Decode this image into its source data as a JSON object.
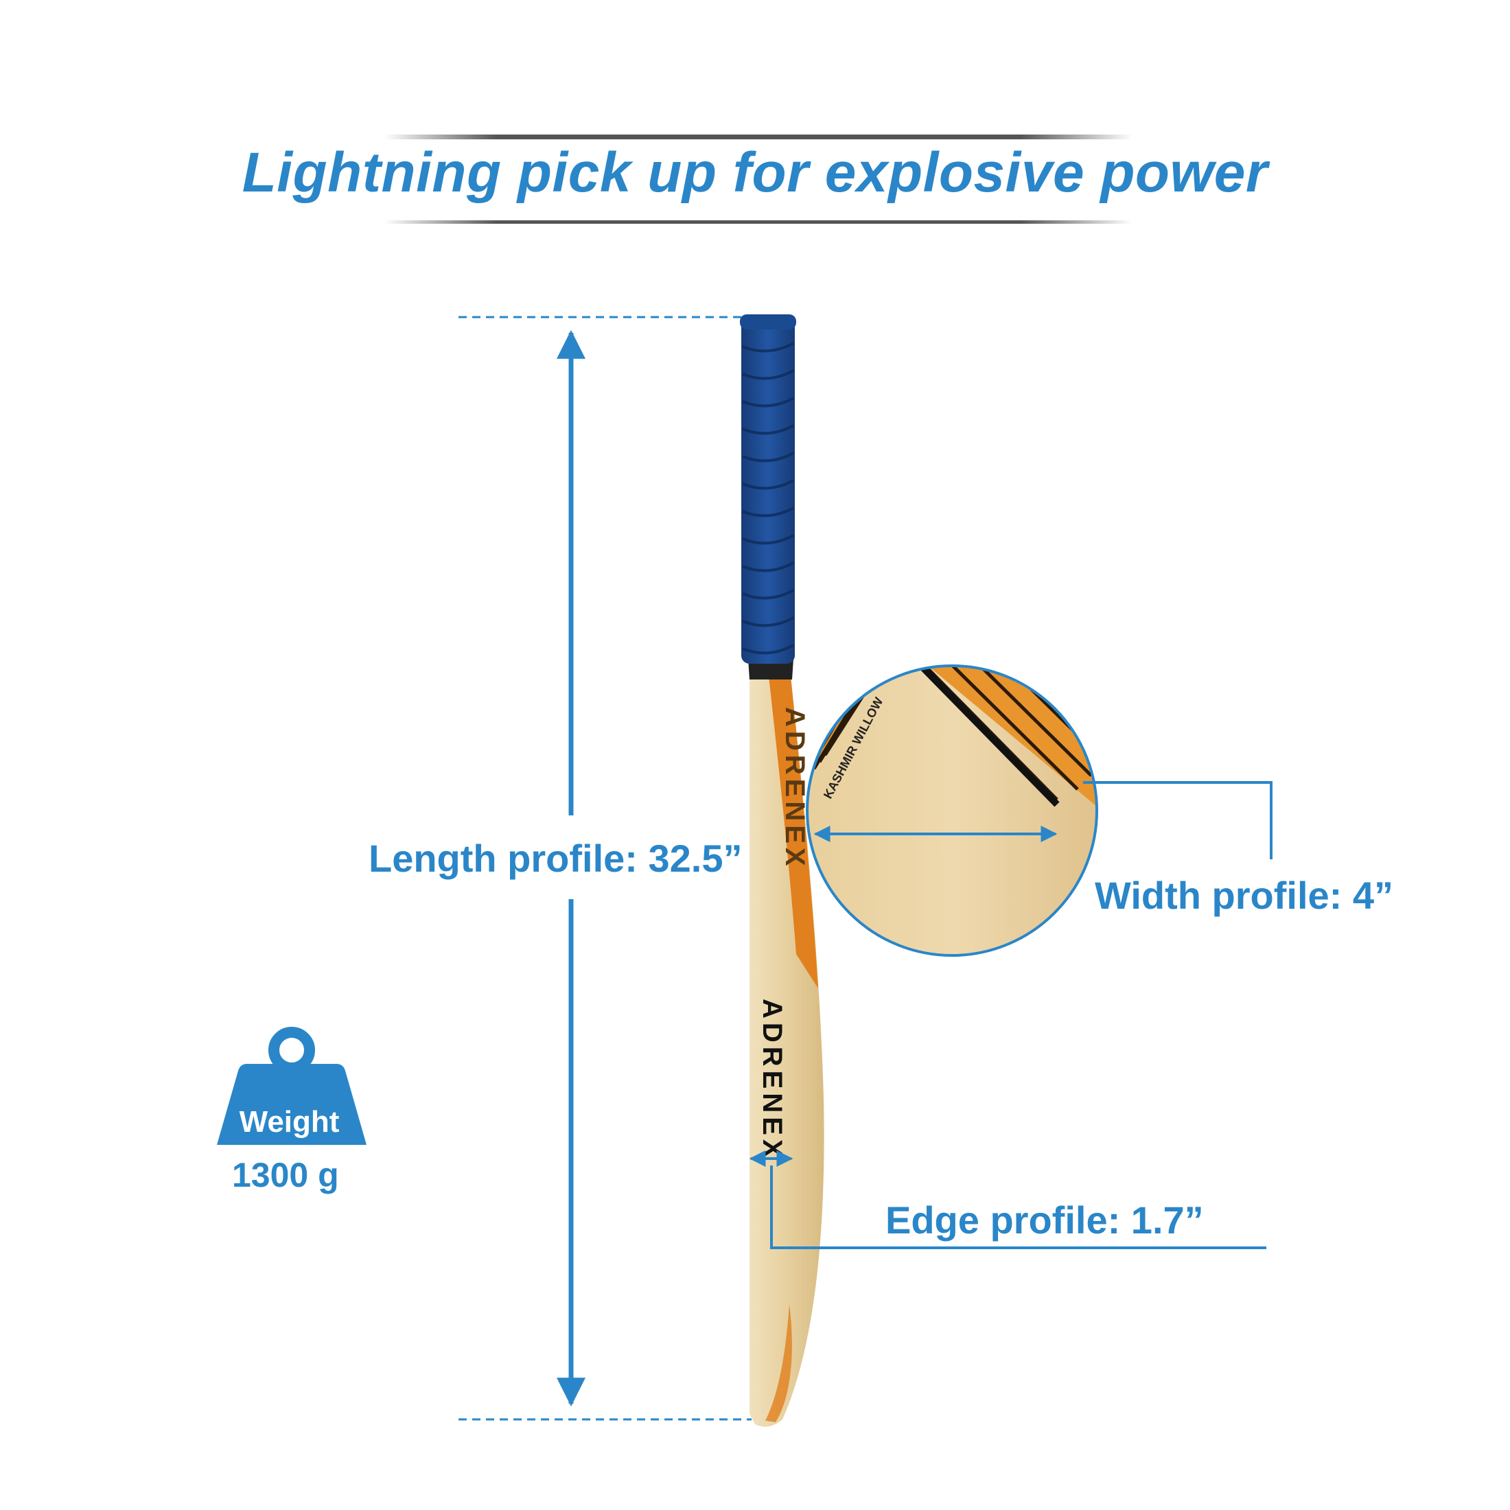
{
  "headline": "Lightning pick up for explosive power",
  "dimensions": {
    "length": "Length profile: 32.5”",
    "width": "Width profile: 4”",
    "edge": "Edge profile: 1.7”"
  },
  "weight": {
    "label": "Weight",
    "value": "1300 g"
  },
  "bat": {
    "brand_text": "ADRENEX",
    "sticker_text": "KASHMIR WILLOW"
  },
  "colors": {
    "accent": "#2a86c8",
    "grip": "#1f4f95",
    "willow": "#e8d3a4",
    "orange": "#e1801e"
  },
  "icons": [
    "weight-icon",
    "dimension-arrow-icon",
    "zoom-circle"
  ]
}
